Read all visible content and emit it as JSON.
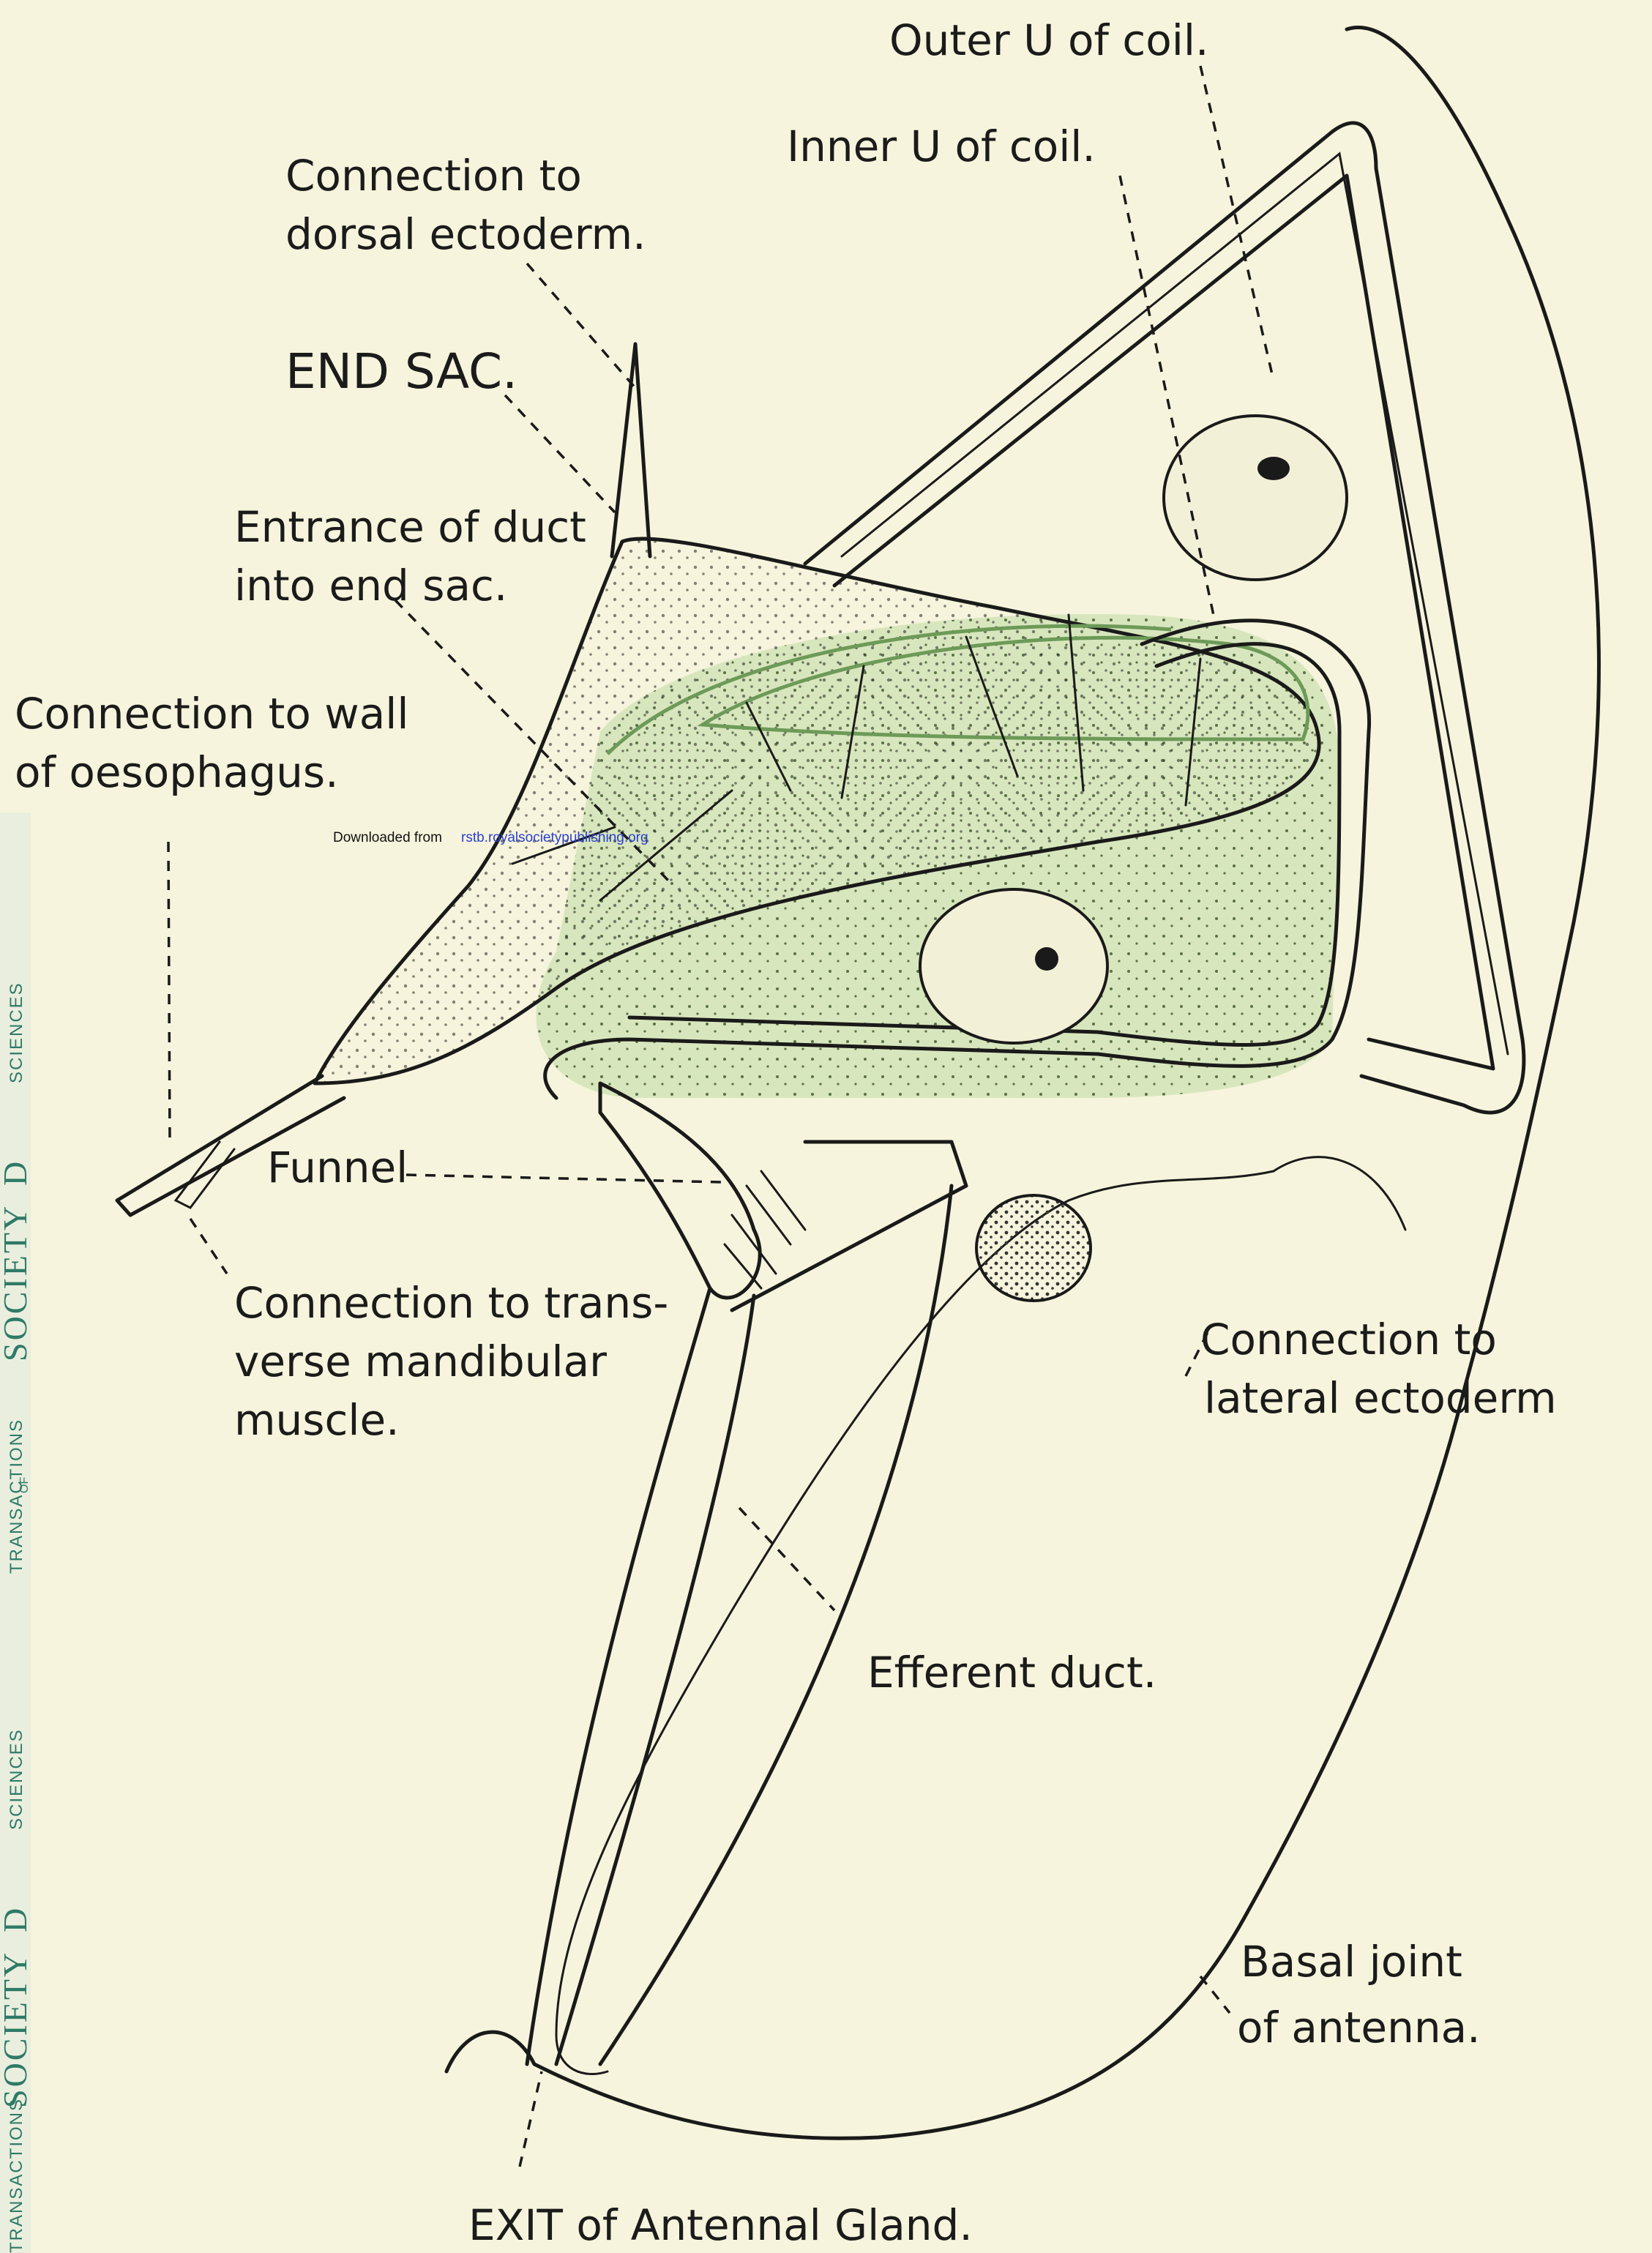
{
  "figure": {
    "labels": {
      "outer_u": "Outer U of coil.",
      "inner_u": "Inner U of coil.",
      "conn_dorsal_1": "Connection to",
      "conn_dorsal_2": "dorsal ectoderm.",
      "end_sac": "END SAC.",
      "entrance_1": "Entrance of duct",
      "entrance_2": "into end sac.",
      "conn_wall_1": "Connection to wall",
      "conn_wall_2": "of oesophagus.",
      "funnel": "Funnel",
      "conn_trans_1": "Connection to trans-",
      "conn_trans_2": "verse mandibular",
      "conn_trans_3": "muscle.",
      "conn_lateral_1": "Connection to",
      "conn_lateral_2": "lateral ectoderm",
      "efferent": "Efferent duct.",
      "basal_1": "Basal joint",
      "basal_2": "of antenna.",
      "exit": "EXIT of Antennal Gland."
    }
  },
  "watermark": {
    "downloaded_prefix": "Downloaded from ",
    "downloaded_link": "rstb.royalsocietypublishing.org"
  },
  "sidebar": {
    "transactions": "TRANSACTIONS",
    "society": "SOCIETY",
    "of": "OF",
    "letter": "D",
    "sciences": "SCIENCES"
  },
  "colors": {
    "paper": "#f6f4dc",
    "ink": "#1a1a1a",
    "green_tint": "#cfe0b2",
    "side_brand": "#2e7a66"
  }
}
